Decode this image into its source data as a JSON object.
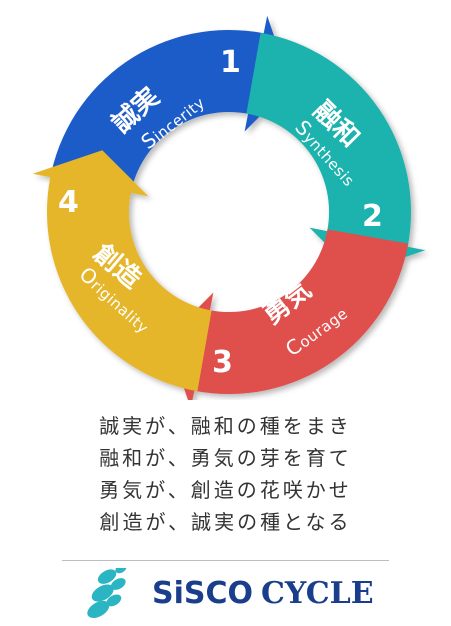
{
  "segments": [
    {
      "id": "sincerity",
      "title": "誠実",
      "sub_cap": "S",
      "sub_rest": "incerity",
      "number": "1",
      "color": "#1d5cc9"
    },
    {
      "id": "synthesis",
      "title": "融和",
      "sub_cap": "S",
      "sub_rest": "ynthesis",
      "number": "2",
      "color": "#1fb2ad"
    },
    {
      "id": "courage",
      "title": "勇気",
      "sub_cap": "C",
      "sub_rest": "ourage",
      "number": "3",
      "color": "#df4f4c"
    },
    {
      "id": "originality",
      "title": "創造",
      "sub_cap": "O",
      "sub_rest": "riginality",
      "number": "4",
      "color": "#e6b62a"
    }
  ],
  "motto": [
    "誠実が、融和の種をまき",
    "融和が、勇気の芽を育て",
    "勇気が、創造の花咲かせ",
    "創造が、誠実の種となる"
  ],
  "brand": {
    "name_part1": "SiSCO",
    "name_part2": "CYCLE",
    "color": "#1b3e8c",
    "mark_color": "#2bb5c2"
  }
}
